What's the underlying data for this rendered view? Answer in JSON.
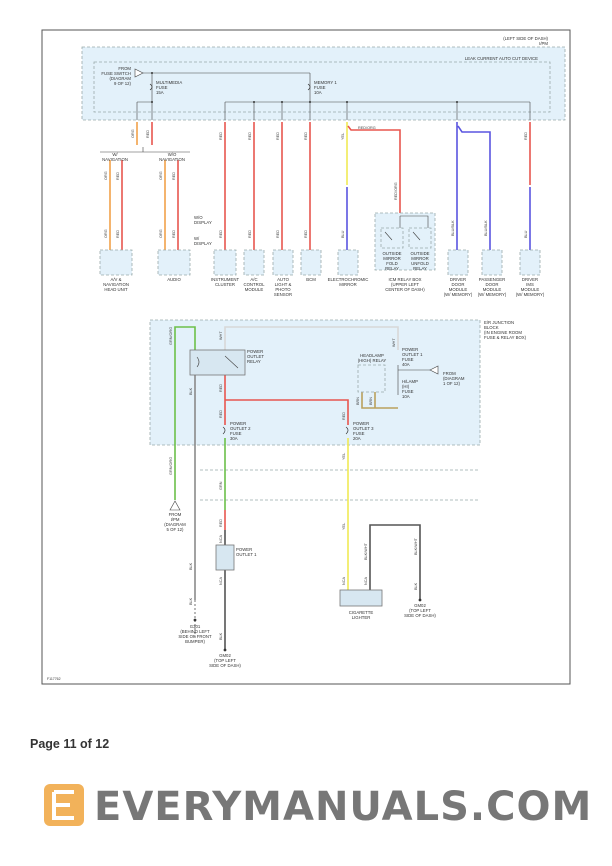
{
  "header": {
    "location": [
      "(LEFT SIDE OF DASH)",
      "I/PM"
    ],
    "leak_device": "LEAK CURRENT AUTO CUT DEVICE"
  },
  "top": {
    "from_fuse_switch": [
      "FROM",
      "FUSE SWITCH",
      "(DIAGRAM",
      "9 OF 12)"
    ],
    "multimedia_fuse": [
      "MULTIMEDIA",
      "FUSE",
      "15A"
    ],
    "memory_fuse": [
      "MEMORY 1",
      "FUSE",
      "10A"
    ]
  },
  "branch": {
    "with_nav": [
      "W/",
      "NAVIGATION"
    ],
    "without_nav": [
      "W/O",
      "NAVIGATION"
    ],
    "wo_display": [
      "W/O",
      "DISPLAY"
    ],
    "w_display": [
      "W/",
      "DISPLAY"
    ]
  },
  "components": {
    "av_head_unit": [
      "A/V &",
      "NAVIGATION",
      "HEAD UNIT"
    ],
    "audio": [
      "AUDIO"
    ],
    "instrument_cluster": [
      "INSTRUMENT",
      "CLUSTER"
    ],
    "ac_control": [
      "A/C",
      "CONTROL",
      "MODULE"
    ],
    "auto_light": [
      "AUTO",
      "LIGHT &",
      "PHOTO",
      "SENSOR"
    ],
    "bcm": [
      "BCM"
    ],
    "electrochromic": [
      "ELECTROCHROMIC",
      "MIRROR"
    ],
    "icm_relay_box": [
      "ICM RELAY BOX",
      "(UPPER LEFT",
      "CENTER OF DASH)"
    ],
    "fold_relay": [
      "OUTSIDE",
      "MIRROR",
      "FOLD",
      "RELAY"
    ],
    "unfold_relay": [
      "OUTSIDE",
      "MIRROR",
      "UNFOLD",
      "RELAY"
    ],
    "driver_door": [
      "DRIVER",
      "DOOR",
      "MODULE",
      "(W/ MEMORY)"
    ],
    "passenger_door": [
      "PASSENGER",
      "DOOR",
      "MODULE",
      "(W/ MEMORY)"
    ],
    "driver_ims": [
      "DRIVER",
      "IMS",
      "MODULE",
      "(W/ MEMORY)"
    ]
  },
  "wires": {
    "org": "ORG",
    "red": "RED",
    "yel": "YEL",
    "blu": "BLU",
    "blu_blk": "BLU/BLK",
    "red_org": "RED/ORG",
    "grn_org": "GRN/ORG",
    "wht": "WHT",
    "blk": "BLK",
    "blk_wht": "BLK/WHT",
    "brn": "BRN",
    "nca": "NCA",
    "grn": "GRN"
  },
  "lower": {
    "junction_block": [
      "E/R JUNCTION",
      "BLOCK",
      "(IN ENGINE ROOM",
      "FUSE & RELAY BOX)"
    ],
    "power_outlet_relay": [
      "POWER",
      "OUTLET",
      "RELAY"
    ],
    "headlamp_relay": [
      "HEADLAMP",
      "(HIGH) RELAY"
    ],
    "po1_fuse": [
      "POWER",
      "OUTLET 1",
      "FUSE",
      "40A"
    ],
    "hlamp_fuse": [
      "H/LAMP",
      "(HI)",
      "FUSE",
      "10A"
    ],
    "from_diagram_1": [
      "FROM",
      "(DIAGRAM",
      "1 OF 12)"
    ],
    "po2_fuse": [
      "POWER",
      "OUTLET 2",
      "FUSE",
      "30A"
    ],
    "po3_fuse": [
      "POWER",
      "OUTLET 3",
      "FUSE",
      "20A"
    ],
    "from_ipm": [
      "FROM",
      "I/PM",
      "(DIAGRAM",
      "5 OF 12)"
    ],
    "power_outlet_1": [
      "POWER",
      "OUTLET 1"
    ],
    "cigarette_lighter": [
      "CIGARETTE",
      "LIGHTER"
    ],
    "g301": [
      "G301",
      "(BEHIND LEFT",
      "SIDE OF FRONT",
      "BUMPER)"
    ],
    "gm02_a": [
      "GM02",
      "(TOP LEFT",
      "SIDE OF DASH)"
    ],
    "gm02_b": [
      "GM02",
      "(TOP LEFT",
      "SIDE OF DASH)"
    ]
  },
  "figure_id": "F117762",
  "watermark": "EVERYMANUALS.COM",
  "footer": {
    "page": "Page 11 of 12"
  },
  "colors": {
    "red": "#e8564f",
    "orange": "#f2a24a",
    "yellow": "#f0ea55",
    "blue": "#5a55e0",
    "green": "#6cc04a",
    "grey": "#8a8a8a",
    "tan": "#b9a15c",
    "box_fill": "#e3f1fa"
  }
}
